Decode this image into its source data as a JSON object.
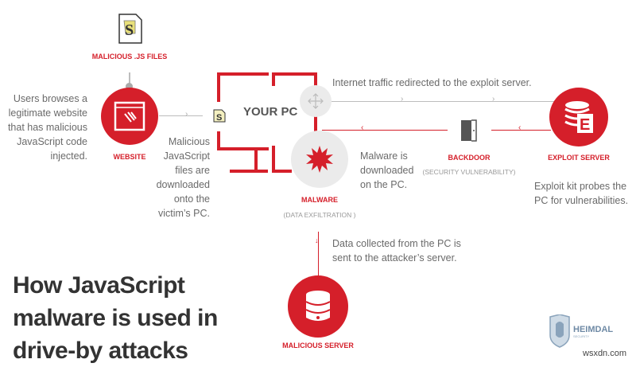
{
  "colors": {
    "accent": "#d51f2a",
    "text": "#6a6a6a",
    "title": "#333333"
  },
  "nodes": {
    "js_files": {
      "label": "MALICIOUS .JS FILES",
      "icon": "script-file-icon"
    },
    "website": {
      "label": "WEBSITE",
      "icon": "browser-hand-icon",
      "description": [
        "Users browses a",
        "legitimate website",
        "that has malicious",
        "JavaScript code",
        "injected."
      ]
    },
    "pc": {
      "label": "YOUR PC",
      "icon": "monitor-icon",
      "description": [
        "Malicious",
        "JavaScript",
        "files are",
        "downloaded",
        "onto the",
        "victim’s PC."
      ]
    },
    "malware": {
      "label": "MALWARE",
      "sublabel": "(DATA EXFILTRATION )",
      "icon": "starburst-icon",
      "description": [
        "Malware is",
        "downloaded",
        "on the PC."
      ]
    },
    "backdoor": {
      "label": "BACKDOOR",
      "sublabel": "(SECURITY VULNERABILITY)",
      "icon": "door-icon"
    },
    "exploit_server": {
      "label": "EXPLOIT SERVER",
      "icon": "database-e-icon",
      "description": [
        "Exploit kit probes the",
        "PC for vulnerabilities."
      ]
    },
    "malicious_server": {
      "label": "MALICIOUS SERVER",
      "icon": "database-icon"
    }
  },
  "flows": {
    "traffic": "Internet traffic redirected to the exploit server.",
    "data": [
      "Data collected from the PC is",
      "sent to the attacker’s server."
    ]
  },
  "title": [
    "How JavaScript",
    "malware is used in",
    "drive-by attacks"
  ],
  "logo": {
    "name": "HEIMDAL",
    "tagline": "SECURITY"
  },
  "watermark": "wsxdn.com"
}
